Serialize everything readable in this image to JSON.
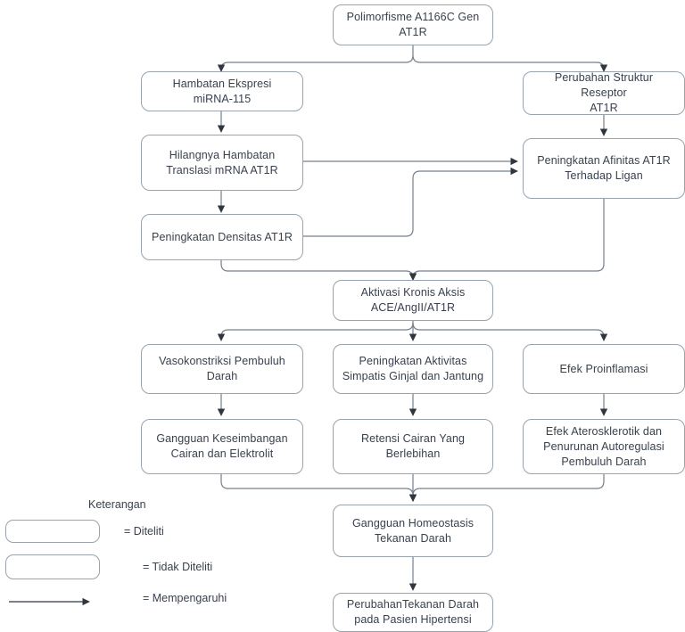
{
  "diagram": {
    "title": "Polimorfisme A1166C Gen AT1R flowchart",
    "colors": {
      "node_border": "#9aa2ab",
      "node_text": "#39414d",
      "edge_line": "#767f8a",
      "arrow_head": "#2f3640",
      "background": "#ffffff"
    },
    "nodes": [
      {
        "id": "n1",
        "label": "Polimorfisme A1166C Gen\nAT1R"
      },
      {
        "id": "n2",
        "label": "Hambatan Ekspresi\nmiRNA-115"
      },
      {
        "id": "n3",
        "label": "Perubahan Struktur Reseptor\nAT1R"
      },
      {
        "id": "n4",
        "label": "Hilangnya Hambatan\nTranslasi mRNA AT1R"
      },
      {
        "id": "n5",
        "label": "Peningkatan Afinitas AT1R\nTerhadap Ligan"
      },
      {
        "id": "n6",
        "label": "Peningkatan Densitas AT1R"
      },
      {
        "id": "n7",
        "label": "Aktivasi Kronis Aksis\nACE/AngII/AT1R"
      },
      {
        "id": "n8",
        "label": "Vasokonstriksi Pembuluh\nDarah"
      },
      {
        "id": "n9",
        "label": "Peningkatan Aktivitas\nSimpatis Ginjal dan Jantung"
      },
      {
        "id": "n10",
        "label": "Efek Proinflamasi"
      },
      {
        "id": "n11",
        "label": "Gangguan Keseimbangan\nCairan dan Elektrolit"
      },
      {
        "id": "n12",
        "label": "Retensi Cairan Yang\nBerlebihan"
      },
      {
        "id": "n13",
        "label": "Efek Aterosklerotik dan\nPenurunan Autoregulasi\nPembuluh Darah"
      },
      {
        "id": "n14",
        "label": "Gangguan Homeostasis\nTekanan Darah"
      },
      {
        "id": "n15",
        "label": "PerubahanTekanan Darah\npada Pasien Hipertensi"
      }
    ]
  },
  "legend": {
    "title": "Keterangan",
    "items": [
      {
        "symbol": "rounded-rectangle",
        "label": "= Diteliti"
      },
      {
        "symbol": "rounded-rectangle",
        "label": "= Tidak Diteliti"
      },
      {
        "symbol": "arrow",
        "label": "= Mempengaruhi"
      }
    ]
  }
}
